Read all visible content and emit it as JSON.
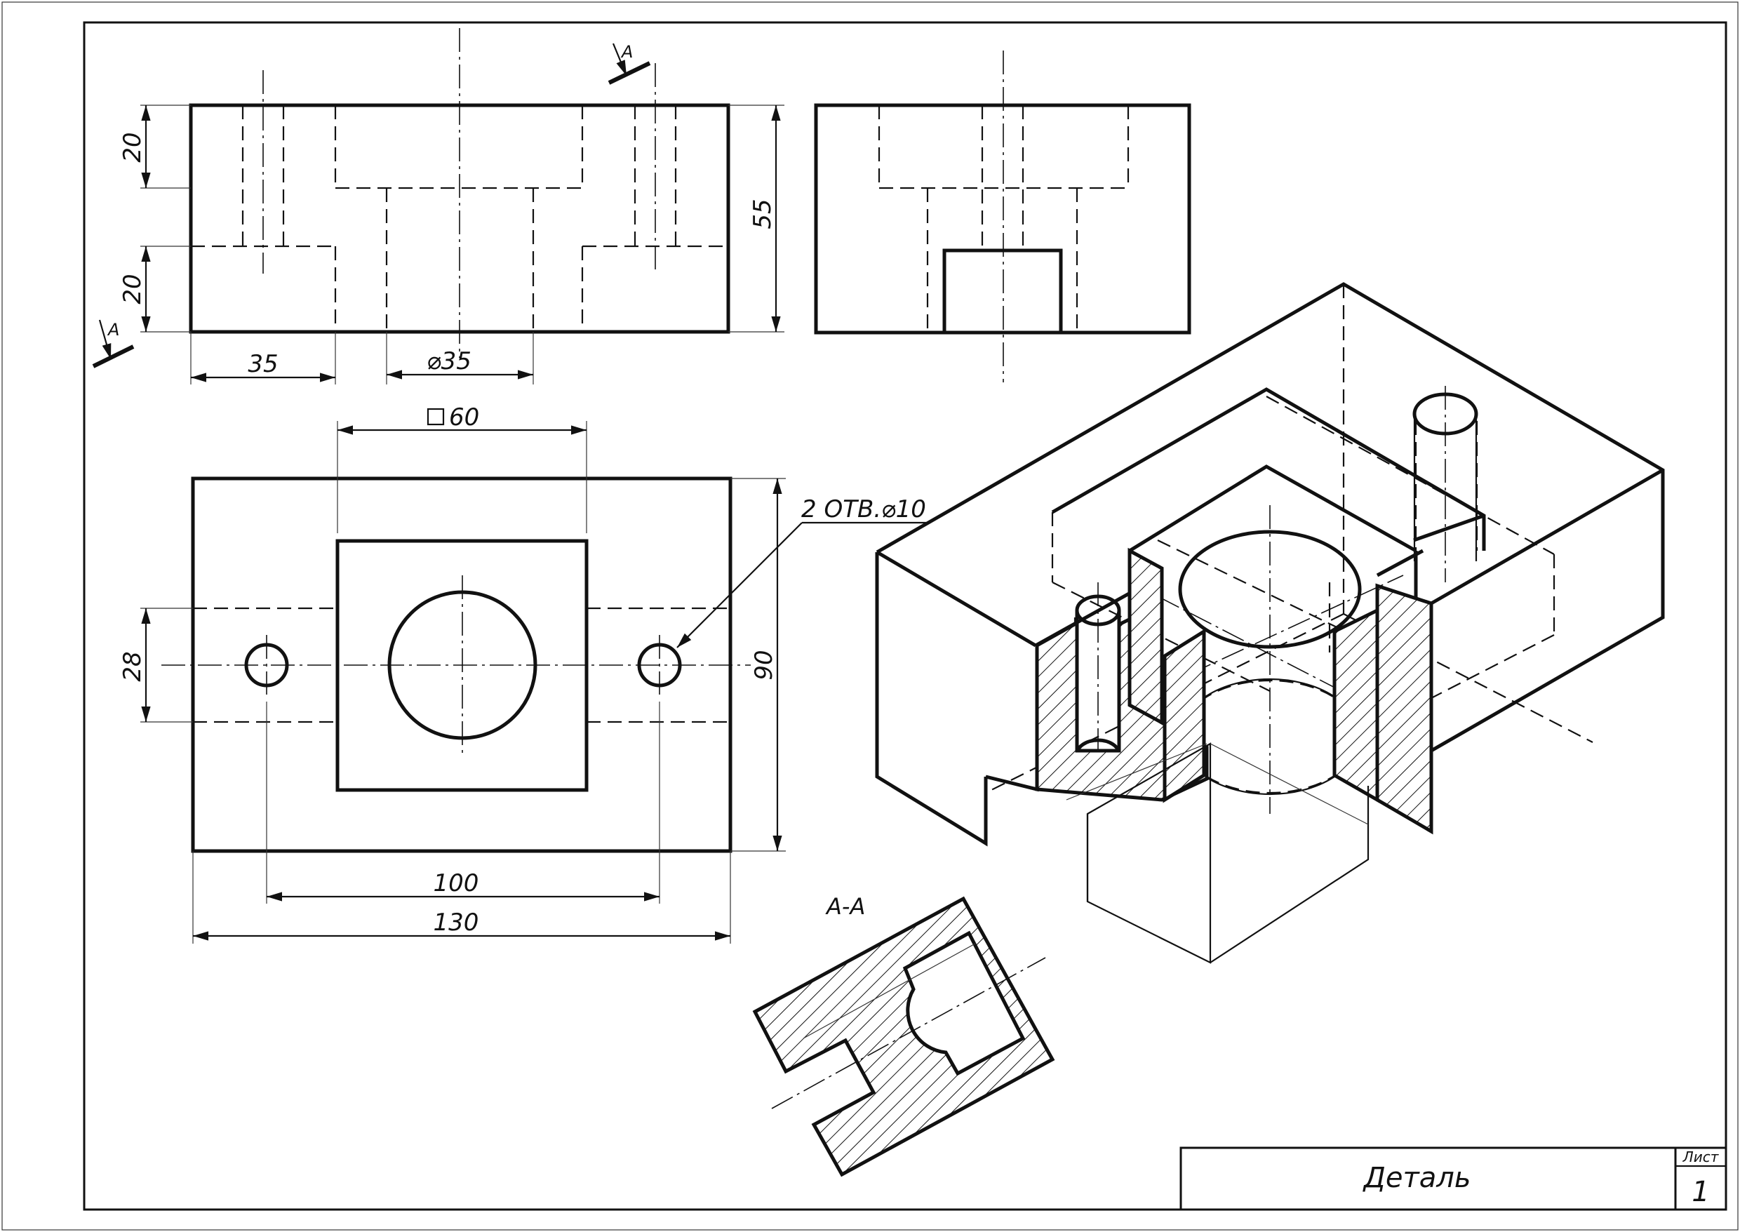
{
  "drawing": {
    "section_mark": "A",
    "section_title": "А-А",
    "dimensions": {
      "front_top_depth": "20",
      "front_lower_depth": "20",
      "front_height": "55",
      "front_step_width": "35",
      "front_bore_diameter": "⌀35",
      "plan_square": "60",
      "plan_hole_callout": "2 ОТВ.⌀10",
      "plan_hole_spacing_y": "28",
      "plan_depth": "90",
      "plan_hole_spacing_x": "100",
      "plan_width": "130"
    }
  },
  "title_block": {
    "name": "Деталь",
    "sheet_label": "Лист",
    "sheet_number": "1"
  },
  "colors": {
    "line": "#111111",
    "paper": "#ffffff"
  }
}
